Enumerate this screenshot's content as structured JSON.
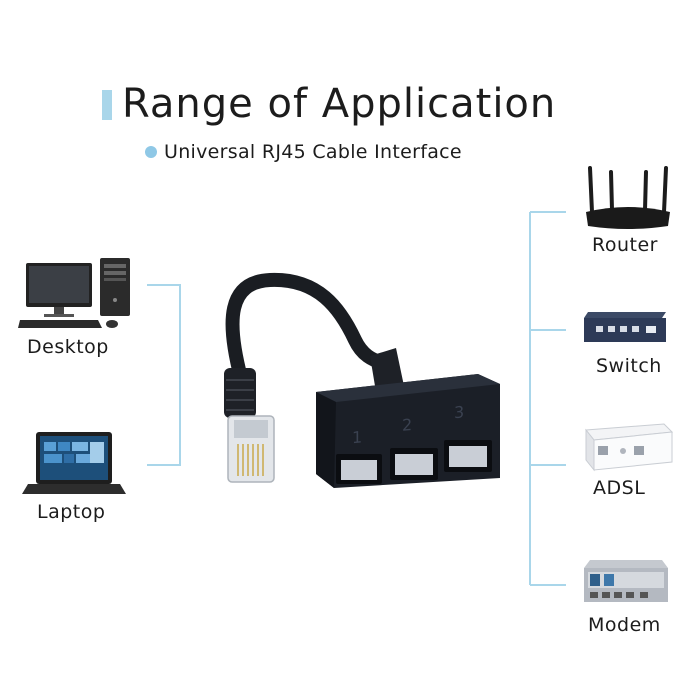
{
  "title": "Range of Application",
  "subtitle": "Universal RJ45 Cable Interface",
  "left_devices": [
    {
      "label": "Desktop",
      "icon": "desktop-computer-icon"
    },
    {
      "label": "Laptop",
      "icon": "laptop-icon"
    }
  ],
  "right_devices": [
    {
      "label": "Router",
      "icon": "router-icon"
    },
    {
      "label": "Switch",
      "icon": "network-switch-icon"
    },
    {
      "label": "ADSL",
      "icon": "adsl-modem-icon"
    },
    {
      "label": "Modem",
      "icon": "modem-icon"
    }
  ],
  "splitter_ports": [
    "1",
    "2",
    "3"
  ],
  "colors": {
    "accent": "#8fc8e6",
    "line": "#a9d6ea",
    "cable": "#1a1d22"
  }
}
